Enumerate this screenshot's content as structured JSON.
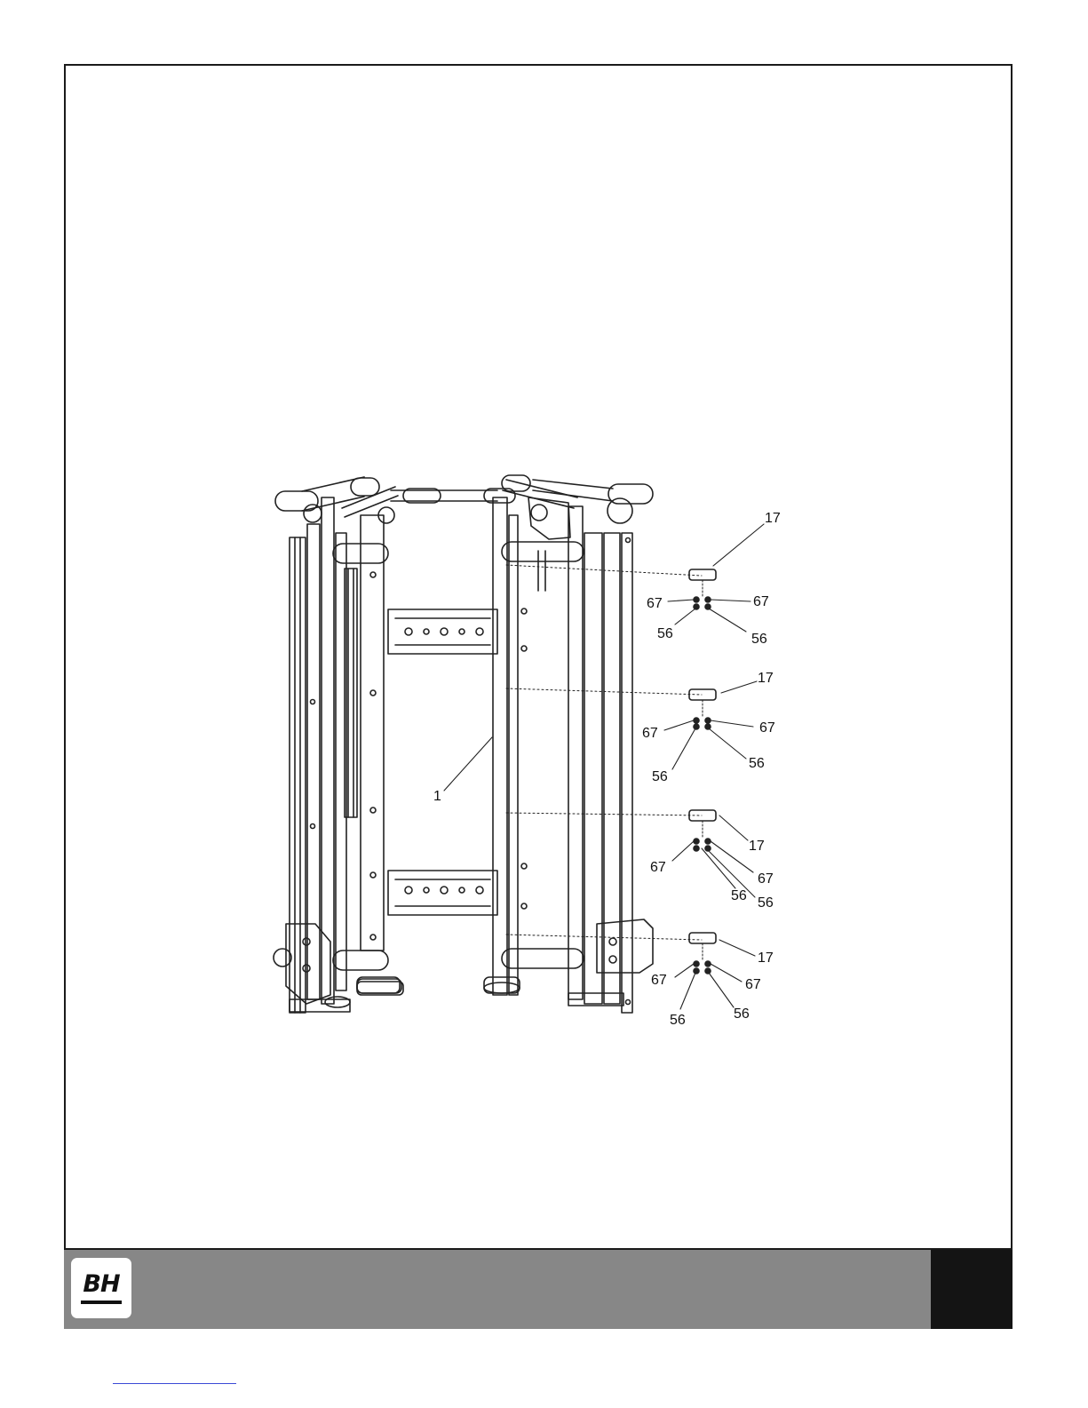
{
  "brand": {
    "logo_text": "BH",
    "accent": "#878787",
    "dark": "#141414"
  },
  "diagram": {
    "callouts": {
      "frame": "1",
      "p17": "17",
      "p67": "67",
      "p56": "56"
    }
  }
}
